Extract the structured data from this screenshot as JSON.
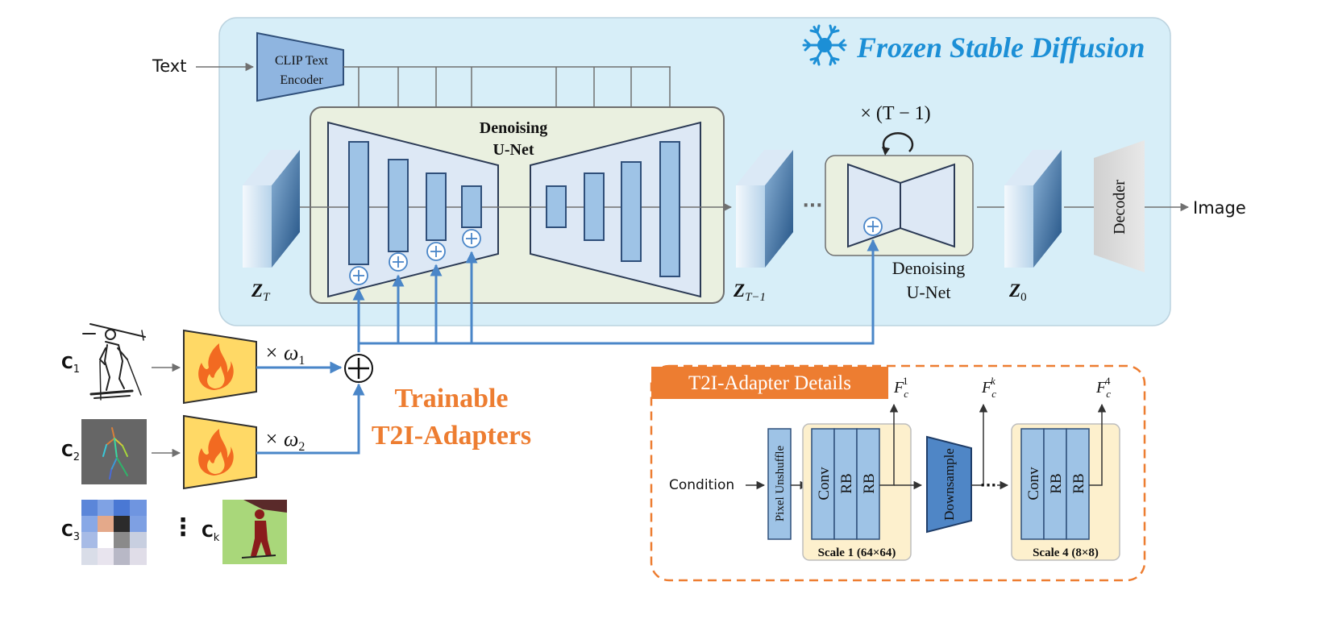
{
  "frozen": {
    "title": "Frozen Stable Diffusion"
  },
  "inputs": {
    "text": "Text",
    "image_out": "Image"
  },
  "encoder": {
    "line1": "CLIP Text",
    "line2": "Encoder"
  },
  "unet": {
    "line1": "Denoising",
    "line2": "U-Net"
  },
  "small_unet": {
    "line1": "Denoising",
    "line2": "U-Net"
  },
  "repeat": "× (T − 1)",
  "latents": {
    "zT": {
      "base": "Z",
      "sub": "T"
    },
    "zT1": {
      "base": "Z",
      "sub": "T−1"
    },
    "z0": {
      "base": "Z",
      "sub": "0"
    }
  },
  "decoder": "Decoder",
  "ellipsis": "···",
  "conditions": {
    "c1": {
      "base": "C",
      "sub": "1"
    },
    "c2": {
      "base": "C",
      "sub": "2"
    },
    "c3": {
      "base": "C",
      "sub": "3"
    },
    "ck": {
      "base": "C",
      "sub": "k"
    },
    "vdots": "⋮"
  },
  "weights": {
    "w1": {
      "prefix": "× ω",
      "sub": "1"
    },
    "w2": {
      "prefix": "× ω",
      "sub": "2"
    }
  },
  "trainable": {
    "line1": "Trainable",
    "line2": "T2I-Adapters"
  },
  "details": {
    "title": "T2I-Adapter Details",
    "condition": "Condition",
    "pixel_unshuffle": "Pixel Unshuffle",
    "conv": "Conv",
    "rb": "RB",
    "downsample": "Downsample",
    "dots": "···",
    "scale1": "Scale 1 (64×64)",
    "scale4": "Scale 4 (8×8)",
    "f1": {
      "base": "F",
      "sub": "c",
      "sup": "1"
    },
    "fk": {
      "base": "F",
      "sub": "c",
      "sup": "k"
    },
    "f4": {
      "base": "F",
      "sub": "c",
      "sup": "4"
    }
  },
  "colors": {
    "frozen_bg": "#d7eef8",
    "accent_orange": "#ed7d31",
    "title_blue": "#1c8fd6",
    "block_blue": "#9ec3e6",
    "arrow_blue": "#4a86c8",
    "adapter_yellow": "#ffd966"
  }
}
